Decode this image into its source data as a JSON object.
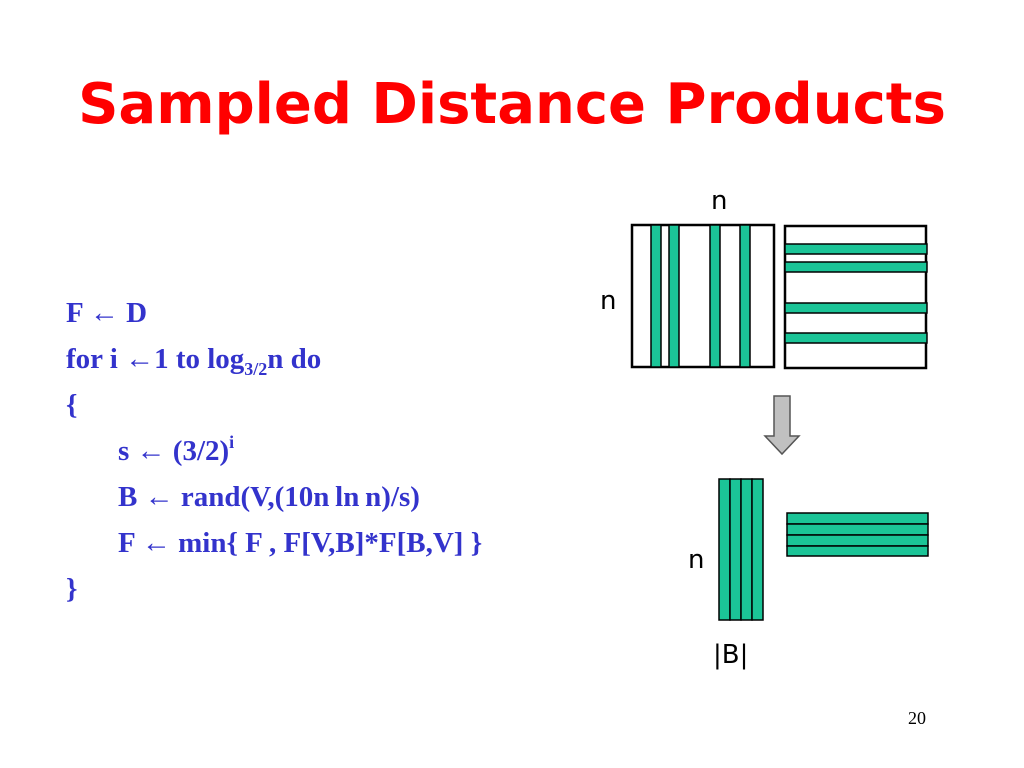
{
  "slide": {
    "title": "Sampled Distance Products",
    "page_number": "20"
  },
  "code": {
    "l1": {
      "a": "F ",
      "arrow": "←",
      "b": " D"
    },
    "l2": {
      "a": "for i ",
      "arrow": "←",
      "b": "1 to log",
      "sub": "3/2",
      "c": "n do"
    },
    "l3": "{",
    "l4": {
      "a": "s ",
      "arrow": "←",
      "b": " (3/2)",
      "sup": "i"
    },
    "l5": {
      "a": "B ",
      "arrow": "←",
      "b": " rand(V,(10n ln n)/s)"
    },
    "l6": {
      "a": "F ",
      "arrow": "←",
      "b": " min{ F , F[V,B]*F[B,V] }"
    },
    "l7": "}"
  },
  "diagram": {
    "top_label": "n",
    "left_label": "n",
    "bottom_left_label": "n",
    "bottom_label": "|B|",
    "accent_color": "#1bc497",
    "arrow_color": "#c0c0c0"
  }
}
